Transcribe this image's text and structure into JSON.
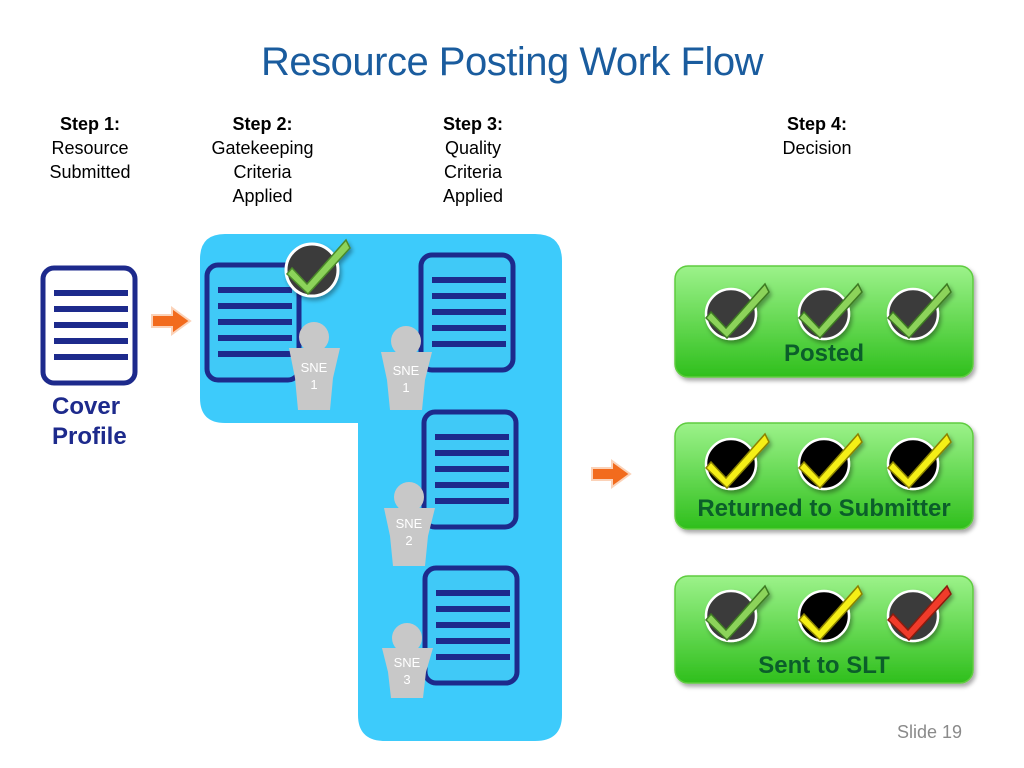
{
  "title": "Resource Posting Work Flow",
  "steps": [
    {
      "heading": "Step 1:",
      "lines": [
        "Resource",
        " Submitted"
      ]
    },
    {
      "heading": "Step 2:",
      "lines": [
        "Gatekeeping",
        "Criteria",
        "Applied"
      ]
    },
    {
      "heading": "Step 3:",
      "lines": [
        "Quality",
        "Criteria",
        "Applied"
      ]
    },
    {
      "heading": "Step 4:",
      "lines": [
        "Decision"
      ]
    }
  ],
  "cover_profile": [
    "Cover",
    "Profile"
  ],
  "reviewers": [
    {
      "name": "SNE",
      "number": "1"
    },
    {
      "name": "SNE",
      "number": "1"
    },
    {
      "name": "SNE",
      "number": "2"
    },
    {
      "name": "SNE",
      "number": "3"
    }
  ],
  "outcomes": [
    {
      "label": "Posted",
      "checks": [
        "green",
        "green",
        "green"
      ]
    },
    {
      "label": "Returned to Submitter",
      "checks": [
        "yellow",
        "yellow",
        "yellow"
      ]
    },
    {
      "label": "Sent to SLT",
      "checks": [
        "green",
        "yellow",
        "red"
      ]
    }
  ],
  "colors": {
    "title": "#1a5c9e",
    "workflow_area": "#3dcbfb",
    "document_border": "#1d2a8c",
    "arrow": "#f26b1d",
    "outcome_top": "#8ef07e",
    "outcome_bottom": "#2ec21a",
    "check_green": "#8cd35a",
    "check_yellow": "#f5ef18",
    "check_red": "#f03a2a"
  },
  "slide_number": "Slide 19"
}
